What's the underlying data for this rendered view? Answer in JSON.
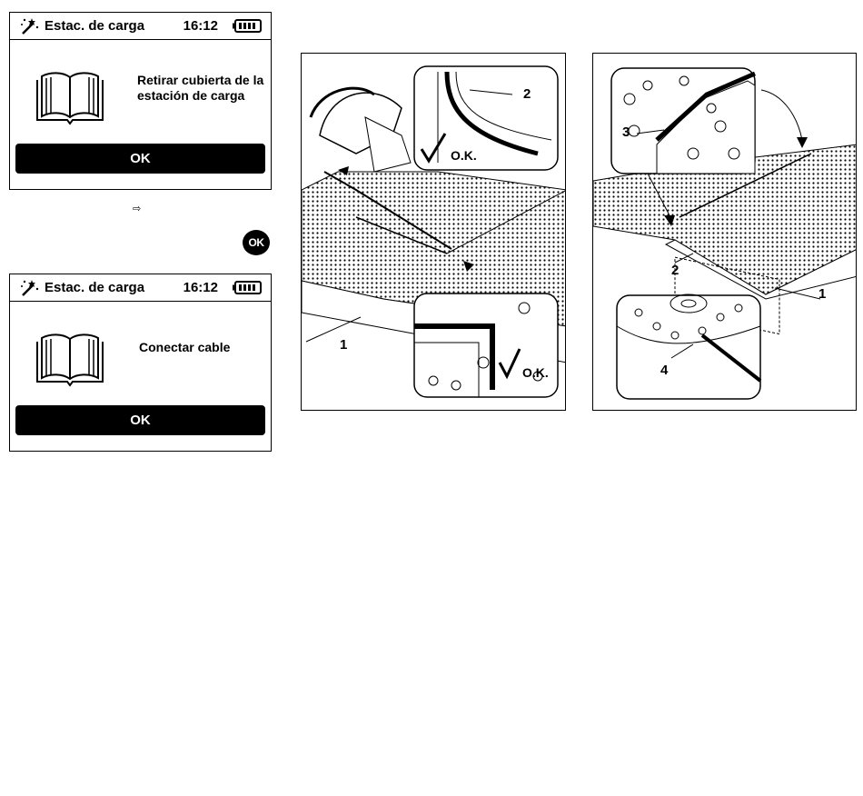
{
  "screens": [
    {
      "title": "Estac. de carga",
      "time": "16:12",
      "message": "Retirar cubierta de la estación de carga",
      "ok_label": "OK"
    },
    {
      "title": "Estac. de carga",
      "time": "16:12",
      "message": "Conectar cable",
      "ok_label": "OK"
    }
  ],
  "hint_arrow": "⇨",
  "ok_key_label": "OK",
  "figure1": {
    "labels": {
      "n1": "1",
      "n2": "2"
    },
    "ok_text_top": "O.K.",
    "ok_text_bottom": "O.K."
  },
  "figure2": {
    "labels": {
      "n1": "1",
      "n2": "2",
      "n3": "3",
      "n4": "4"
    }
  }
}
